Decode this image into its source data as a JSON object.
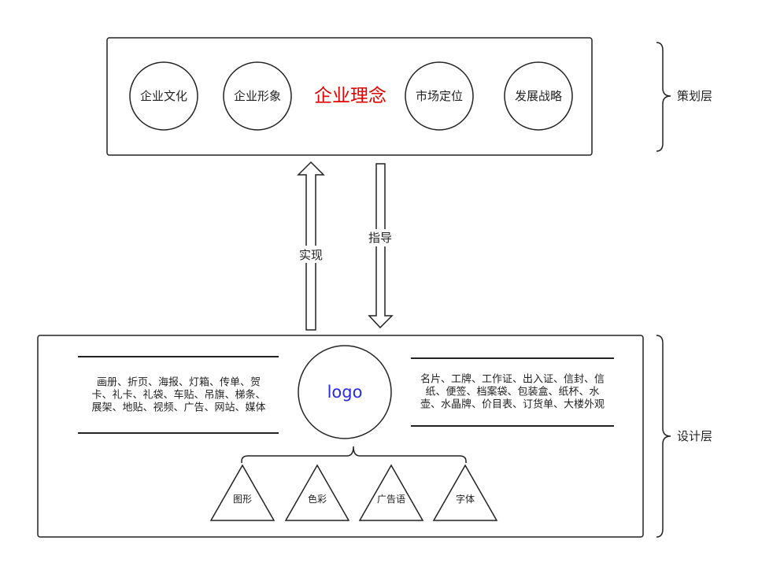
{
  "strategy_layer": {
    "label": "策划层",
    "core_concept": "企业理念",
    "items": [
      "企业文化",
      "企业形象",
      "市场定位",
      "发展战略"
    ]
  },
  "arrows": {
    "up_label": "实现",
    "down_label": "指导"
  },
  "design_layer": {
    "label": "设计层",
    "logo_label": "logo",
    "left_text": [
      "画册、折页、海报、灯箱、传单、贺",
      "卡、礼卡、礼袋、车贴、吊旗、梯条、",
      "展架、地贴、视频、广告、网站、媒体"
    ],
    "right_text": [
      "名片、工牌、工作证、出入证、信封、信",
      "纸、便签、档案袋、包装盒、纸杯、水",
      "壶、水晶牌、价目表、订货单、大楼外观"
    ],
    "elements": [
      "图形",
      "色彩",
      "广告语",
      "字体"
    ]
  },
  "colors": {
    "core_concept": "#e00000",
    "logo": "#2a2ae0",
    "stroke": "#222222"
  }
}
